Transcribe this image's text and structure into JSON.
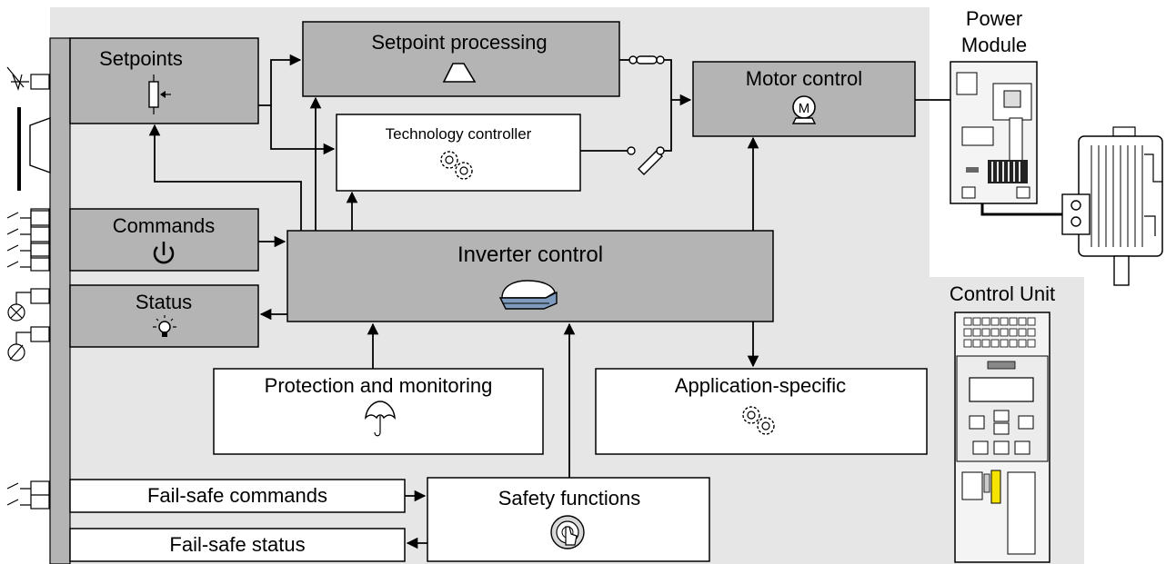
{
  "blocks": {
    "setpoints": "Setpoints",
    "setpoint_processing": "Setpoint processing",
    "technology_controller": "Technology controller",
    "motor_control": "Motor control",
    "commands": "Commands",
    "status": "Status",
    "inverter_control": "Inverter control",
    "protection": "Protection and monitoring",
    "application_specific": "Application-specific",
    "safety_functions": "Safety functions",
    "failsafe_commands": "Fail-safe commands",
    "failsafe_status": "Fail-safe status"
  },
  "hardware": {
    "power_module_line1": "Power",
    "power_module_line2": "Module",
    "control_unit": "Control Unit"
  },
  "icons": {
    "motor_letter": "M"
  },
  "colors": {
    "background_panel": "#e6e6e6",
    "block_gray": "#b4b4b4",
    "accent_yellow": "#f5e400",
    "cap_blue": "#7e9bbd"
  }
}
